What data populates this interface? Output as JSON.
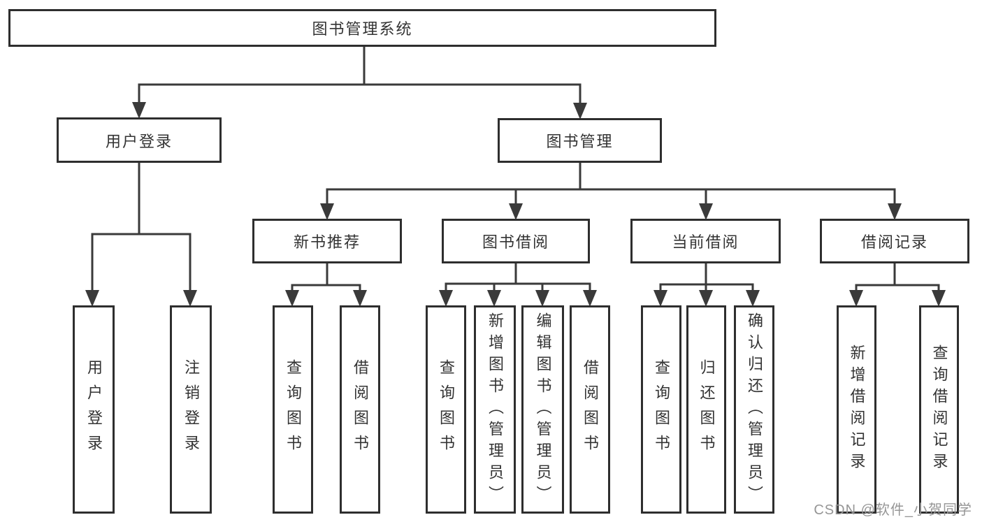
{
  "diagram": {
    "type": "tree",
    "root": {
      "label": "图书管理系统",
      "children": [
        {
          "label": "用户登录",
          "children": [
            {
              "label": "用户登录"
            },
            {
              "label": "注销登录"
            }
          ]
        },
        {
          "label": "图书管理",
          "children": [
            {
              "label": "新书推荐",
              "children": [
                {
                  "label": "查询图书"
                },
                {
                  "label": "借阅图书"
                }
              ]
            },
            {
              "label": "图书借阅",
              "children": [
                {
                  "label": "查询图书"
                },
                {
                  "label": "新增图书（管理员）"
                },
                {
                  "label": "编辑图书（管理员）"
                },
                {
                  "label": "借阅图书"
                }
              ]
            },
            {
              "label": "当前借阅",
              "children": [
                {
                  "label": "查询图书"
                },
                {
                  "label": "归还图书"
                },
                {
                  "label": "确认归还（管理员）"
                }
              ]
            },
            {
              "label": "借阅记录",
              "children": [
                {
                  "label": "新增借阅记录"
                },
                {
                  "label": "查询借阅记录"
                }
              ]
            }
          ]
        }
      ]
    },
    "colors": {
      "line": "#3a3a3a",
      "box_border": "#2e2e2e",
      "box_background": "#ffffff",
      "text": "#333333",
      "watermark": "#969696"
    }
  },
  "watermark": {
    "text": "CSDN @软件_小贺同学"
  }
}
